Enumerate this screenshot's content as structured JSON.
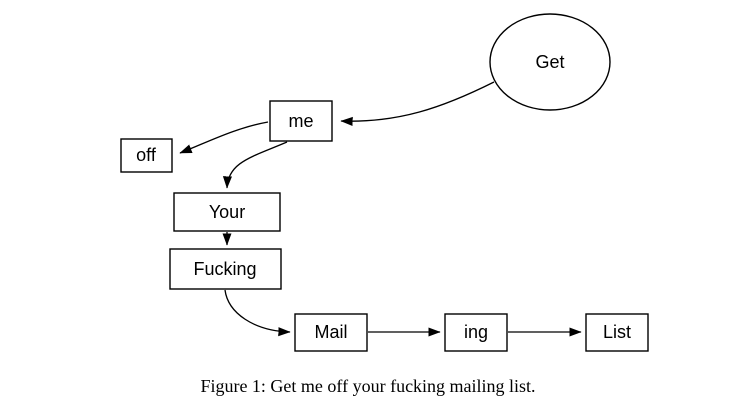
{
  "figure": {
    "caption": "Figure 1: Get me off your fucking mailing list.",
    "colors": {
      "stroke": "#000000",
      "fill": "#ffffff",
      "background": "#ffffff"
    },
    "nodes": {
      "get": {
        "label": "Get",
        "shape": "ellipse"
      },
      "me": {
        "label": "me",
        "shape": "rect"
      },
      "off": {
        "label": "off",
        "shape": "rect"
      },
      "your": {
        "label": "Your",
        "shape": "rect"
      },
      "fucking": {
        "label": "Fucking",
        "shape": "rect"
      },
      "mail": {
        "label": "Mail",
        "shape": "rect"
      },
      "ing": {
        "label": "ing",
        "shape": "rect"
      },
      "list": {
        "label": "List",
        "shape": "rect"
      }
    },
    "edges": [
      {
        "from": "get",
        "to": "me"
      },
      {
        "from": "me",
        "to": "off"
      },
      {
        "from": "me",
        "to": "your"
      },
      {
        "from": "your",
        "to": "fucking"
      },
      {
        "from": "fucking",
        "to": "mail"
      },
      {
        "from": "mail",
        "to": "ing"
      },
      {
        "from": "ing",
        "to": "list"
      }
    ]
  }
}
